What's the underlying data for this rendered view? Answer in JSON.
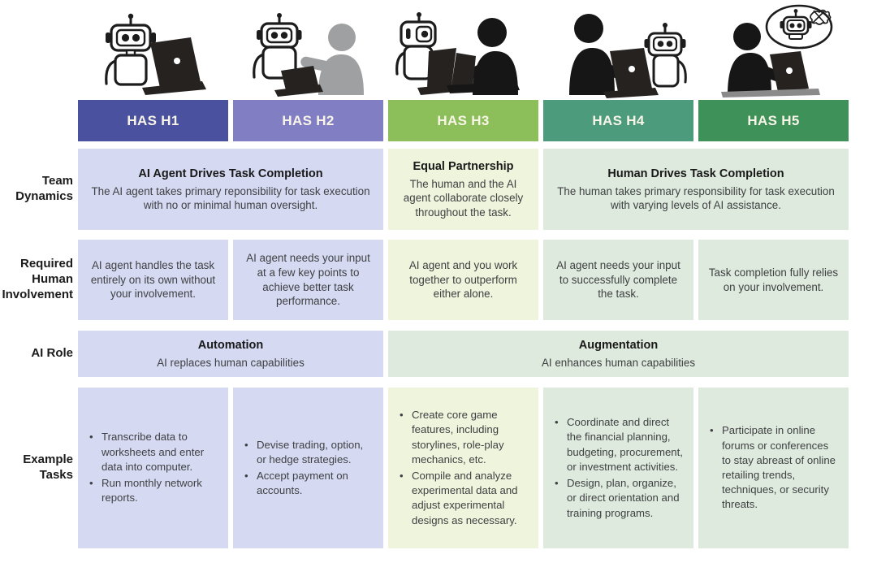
{
  "columns": [
    {
      "label": "HAS H1",
      "header_color": "#4a529f",
      "icon": "robot-at-laptop-icon"
    },
    {
      "label": "HAS H2",
      "header_color": "#827ec3",
      "icon": "robot-with-human-assist-icon"
    },
    {
      "label": "HAS H3",
      "header_color": "#8cbf5a",
      "icon": "robot-and-human-collaborating-icon"
    },
    {
      "label": "HAS H4",
      "header_color": "#4c9b7d",
      "icon": "human-with-robot-assist-icon"
    },
    {
      "label": "HAS H5",
      "header_color": "#3e9159",
      "icon": "human-thinking-of-robot-icon"
    }
  ],
  "rows": {
    "team_dynamics": {
      "label": "Team Dynamics",
      "cells": [
        {
          "title": "AI Agent Drives Task Completion",
          "body": "The AI agent takes primary reponsibility for task execution with no or minimal human oversight."
        },
        {
          "title": "Equal Partnership",
          "body": "The human and the AI agent collaborate closely throughout the task."
        },
        {
          "title": "Human Drives Task Completion",
          "body": "The human takes primary responsibility for task execution with varying levels of AI assistance."
        }
      ]
    },
    "required_human_involvement": {
      "label": "Required Human Involvement",
      "cells": [
        {
          "body": "AI agent handles the task entirely on its own without your involvement."
        },
        {
          "body": "AI agent needs your input at a few key points to achieve better task performance."
        },
        {
          "body": "AI agent and you work together to outperform either alone."
        },
        {
          "body": "AI agent needs your input to successfully complete the task."
        },
        {
          "body": "Task completion fully relies on your involvement."
        }
      ]
    },
    "ai_role": {
      "label": "AI Role",
      "cells": [
        {
          "title": "Automation",
          "body": "AI replaces human capabilities"
        },
        {
          "title": "Augmentation",
          "body": "AI enhances human capabilities"
        }
      ]
    },
    "example_tasks": {
      "label": "Example Tasks",
      "cells": [
        {
          "bullets": [
            "Transcribe data to worksheets and enter data into computer.",
            "Run monthly network reports."
          ]
        },
        {
          "bullets": [
            "Devise trading, option, or hedge strategies.",
            "Accept payment on accounts."
          ]
        },
        {
          "bullets": [
            "Create core game features, including storylines, role-play mechanics, etc.",
            "Compile and analyze experimental data and adjust experimental designs as necessary."
          ]
        },
        {
          "bullets": [
            "Coordinate and direct the financial planning, budgeting, procurement, or investment activities.",
            "Design, plan, organize, or direct orientation and training programs."
          ]
        },
        {
          "bullets": [
            "Participate in online forums or conferences to stay abreast of online retailing trends, techniques, or security threats."
          ]
        }
      ]
    }
  },
  "colors": {
    "cell_purple": "#d5daf2",
    "cell_lime": "#eff4dc",
    "cell_sage": "#deeadd",
    "header_text": "#f8f5e8",
    "body_text": "#3f4043",
    "title_text": "#191919",
    "human_gray": "#9fa0a2",
    "ink": "#1c1c1c"
  }
}
